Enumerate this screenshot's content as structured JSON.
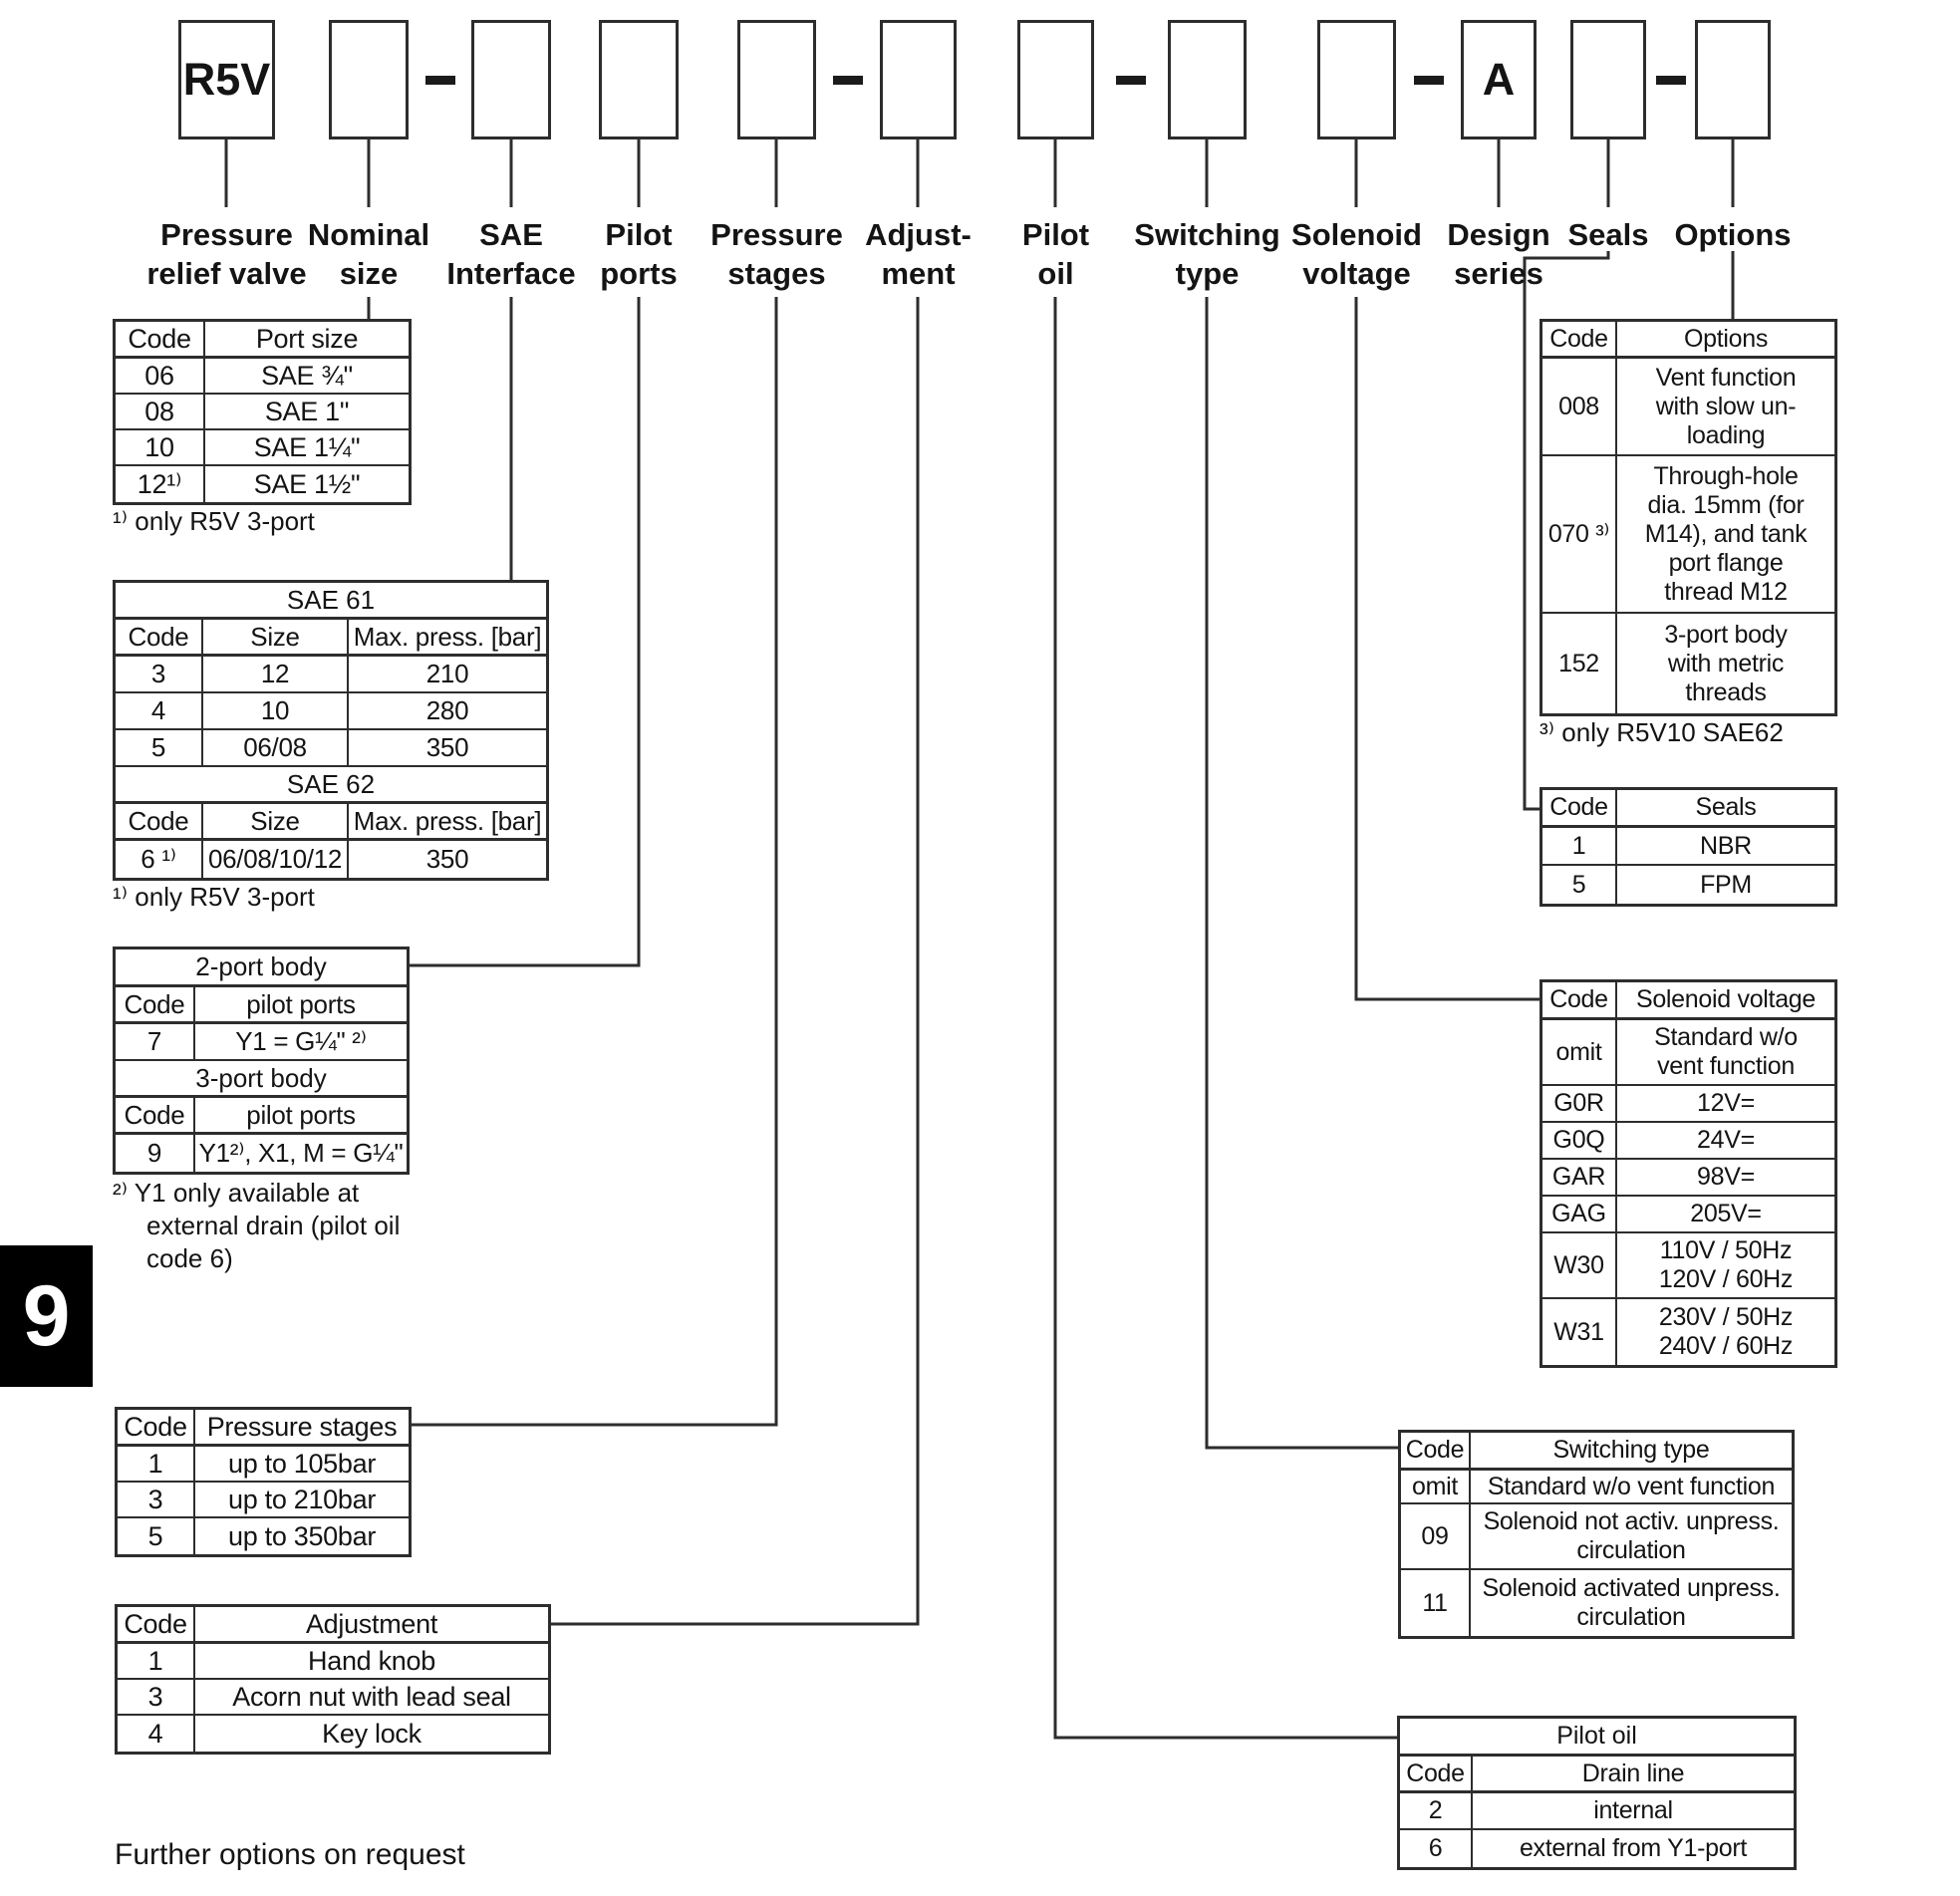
{
  "page_tab": {
    "number": "9"
  },
  "footer": {
    "note": "Further options on request"
  },
  "model_code": {
    "fields": [
      {
        "id": "pressure-relief-valve",
        "box_text": "R5V",
        "label": "Pressure\nrelief valve",
        "dash_after": false
      },
      {
        "id": "nominal-size",
        "box_text": "",
        "label": "Nominal\nsize",
        "dash_after": true
      },
      {
        "id": "sae-interface",
        "box_text": "",
        "label": "SAE\nInterface",
        "dash_after": false
      },
      {
        "id": "pilot-ports",
        "box_text": "",
        "label": "Pilot\nports",
        "dash_after": false
      },
      {
        "id": "pressure-stages",
        "box_text": "",
        "label": "Pressure\nstages",
        "dash_after": true
      },
      {
        "id": "adjustment",
        "box_text": "",
        "label": "Adjust-\nment",
        "dash_after": false
      },
      {
        "id": "pilot-oil",
        "box_text": "",
        "label": "Pilot\noil",
        "dash_after": true
      },
      {
        "id": "switching-type",
        "box_text": "",
        "label": "Switching\ntype",
        "dash_after": false
      },
      {
        "id": "solenoid-voltage",
        "box_text": "",
        "label": "Solenoid\nvoltage",
        "dash_after": true
      },
      {
        "id": "design-series",
        "box_text": "A",
        "label": "Design\nseries",
        "dash_after": false
      },
      {
        "id": "seals",
        "box_text": "",
        "label": "Seals",
        "dash_after": true
      },
      {
        "id": "options",
        "box_text": "",
        "label": "Options",
        "dash_after": false
      }
    ]
  },
  "tables": {
    "port_size": {
      "sections": [
        {
          "kind": "header",
          "cells": [
            "Code",
            "Port size"
          ]
        },
        {
          "kind": "row",
          "cells": [
            "06",
            "SAE ¾\""
          ]
        },
        {
          "kind": "row",
          "cells": [
            "08",
            "SAE 1\""
          ]
        },
        {
          "kind": "row",
          "cells": [
            "10",
            "SAE 1¼\""
          ]
        },
        {
          "kind": "row",
          "cells": [
            "12¹⁾",
            "SAE 1½\""
          ]
        }
      ],
      "footnote": "¹⁾ only R5V 3-port"
    },
    "sae_interface": {
      "sections": [
        {
          "kind": "band",
          "cells": [
            "SAE 61"
          ]
        },
        {
          "kind": "header",
          "cells": [
            "Code",
            "Size",
            "Max. press. [bar]"
          ]
        },
        {
          "kind": "row",
          "cells": [
            "3",
            "12",
            "210"
          ]
        },
        {
          "kind": "row",
          "cells": [
            "4",
            "10",
            "280"
          ]
        },
        {
          "kind": "row",
          "cells": [
            "5",
            "06/08",
            "350"
          ]
        },
        {
          "kind": "band",
          "cells": [
            "SAE 62"
          ]
        },
        {
          "kind": "header",
          "cells": [
            "Code",
            "Size",
            "Max. press. [bar]"
          ]
        },
        {
          "kind": "row",
          "cells": [
            "6 ¹⁾",
            "06/08/10/12",
            "350"
          ]
        }
      ],
      "footnote": "¹⁾ only R5V 3-port"
    },
    "pilot_ports": {
      "sections": [
        {
          "kind": "band",
          "cells": [
            "2-port body"
          ]
        },
        {
          "kind": "header",
          "cells": [
            "Code",
            "pilot ports"
          ]
        },
        {
          "kind": "row",
          "cells": [
            "7",
            "Y1 = G¼\" ²⁾"
          ]
        },
        {
          "kind": "band",
          "cells": [
            "3-port body"
          ]
        },
        {
          "kind": "header",
          "cells": [
            "Code",
            "pilot ports"
          ]
        },
        {
          "kind": "row",
          "cells": [
            "9",
            "Y1²⁾, X1, M = G¼\""
          ]
        }
      ],
      "footnote": "²⁾ Y1 only available at\nexternal drain (pilot oil\ncode 6)"
    },
    "pressure_stages": {
      "sections": [
        {
          "kind": "header",
          "cells": [
            "Code",
            "Pressure stages"
          ]
        },
        {
          "kind": "row",
          "cells": [
            "1",
            "up to 105bar"
          ]
        },
        {
          "kind": "row",
          "cells": [
            "3",
            "up to 210bar"
          ]
        },
        {
          "kind": "row",
          "cells": [
            "5",
            "up to 350bar"
          ]
        }
      ]
    },
    "adjustment": {
      "sections": [
        {
          "kind": "header",
          "cells": [
            "Code",
            "Adjustment"
          ]
        },
        {
          "kind": "row",
          "cells": [
            "1",
            "Hand knob"
          ]
        },
        {
          "kind": "row",
          "cells": [
            "3",
            "Acorn nut with lead seal"
          ]
        },
        {
          "kind": "row",
          "cells": [
            "4",
            "Key lock"
          ]
        }
      ]
    },
    "options": {
      "sections": [
        {
          "kind": "header",
          "cells": [
            "Code",
            "Options"
          ]
        },
        {
          "kind": "row",
          "cells": [
            "008",
            "Vent function\nwith slow un-\nloading"
          ]
        },
        {
          "kind": "row",
          "cells": [
            "070 ³⁾",
            "Through-hole\ndia. 15mm (for\nM14), and tank\nport flange\nthread M12"
          ]
        },
        {
          "kind": "row",
          "cells": [
            "152",
            "3-port body\nwith metric\nthreads"
          ]
        }
      ],
      "footnote": "³⁾ only R5V10 SAE62"
    },
    "seals": {
      "sections": [
        {
          "kind": "header",
          "cells": [
            "Code",
            "Seals"
          ]
        },
        {
          "kind": "row",
          "cells": [
            "1",
            "NBR"
          ]
        },
        {
          "kind": "row",
          "cells": [
            "5",
            "FPM"
          ]
        }
      ]
    },
    "solenoid_voltage": {
      "sections": [
        {
          "kind": "header",
          "cells": [
            "Code",
            "Solenoid voltage"
          ]
        },
        {
          "kind": "row",
          "cells": [
            "omit",
            "Standard w/o\nvent function"
          ]
        },
        {
          "kind": "row",
          "cells": [
            "G0R",
            "12V="
          ]
        },
        {
          "kind": "row",
          "cells": [
            "G0Q",
            "24V="
          ]
        },
        {
          "kind": "row",
          "cells": [
            "GAR",
            "98V="
          ]
        },
        {
          "kind": "row",
          "cells": [
            "GAG",
            "205V="
          ]
        },
        {
          "kind": "row",
          "cells": [
            "W30",
            "110V / 50Hz\n120V / 60Hz"
          ]
        },
        {
          "kind": "row",
          "cells": [
            "W31",
            "230V / 50Hz\n240V / 60Hz"
          ]
        }
      ]
    },
    "switching_type": {
      "sections": [
        {
          "kind": "header",
          "cells": [
            "Code",
            "Switching type"
          ]
        },
        {
          "kind": "row",
          "cells": [
            "omit",
            "Standard w/o vent function"
          ]
        },
        {
          "kind": "row",
          "cells": [
            "09",
            "Solenoid not activ. unpress.\ncirculation"
          ]
        },
        {
          "kind": "row",
          "cells": [
            "11",
            "Solenoid activated unpress.\ncirculation"
          ]
        }
      ]
    },
    "pilot_oil": {
      "sections": [
        {
          "kind": "band",
          "cells": [
            "Pilot oil"
          ]
        },
        {
          "kind": "header",
          "cells": [
            "Code",
            "Drain line"
          ]
        },
        {
          "kind": "row",
          "cells": [
            "2",
            "internal"
          ]
        },
        {
          "kind": "row",
          "cells": [
            "6",
            "external from Y1-port"
          ]
        }
      ]
    }
  }
}
